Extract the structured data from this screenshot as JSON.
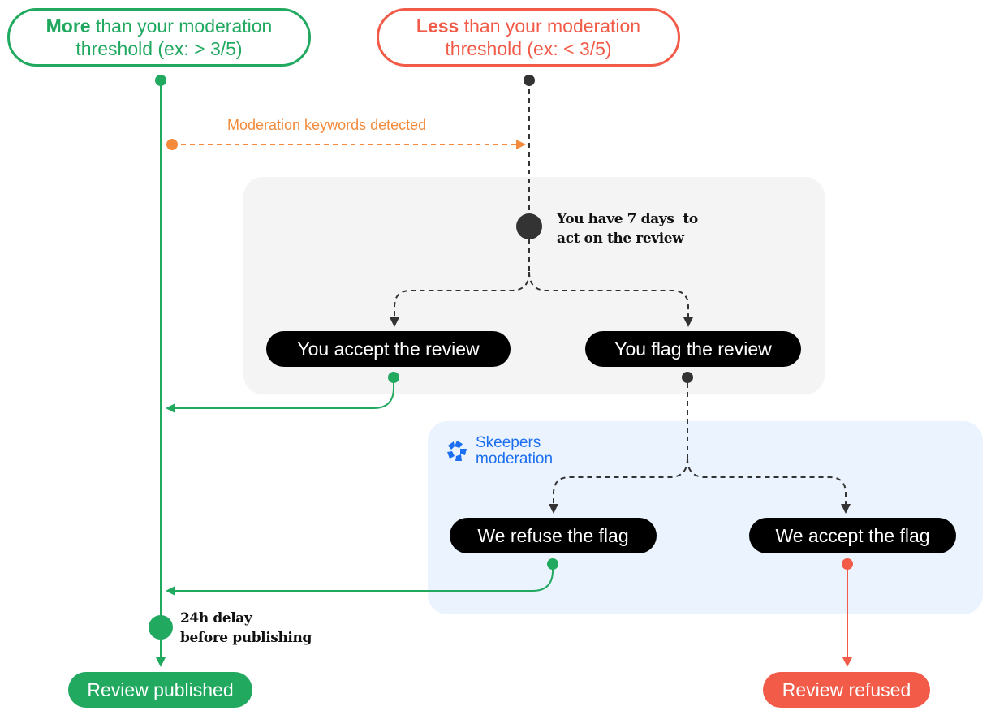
{
  "thresholds": {
    "more": {
      "bold": "More",
      "rest_line1": " than your moderation",
      "line2": "threshold (ex: > 3/5)"
    },
    "less": {
      "bold": "Less",
      "rest_line1": " than your moderation",
      "line2": "threshold (ex: < 3/5)"
    }
  },
  "keywords_label": "Moderation keywords detected",
  "days_note": {
    "line1": "You have 7 days  to",
    "line2": "act on the review"
  },
  "actions": {
    "accept_review": "You accept the review",
    "flag_review": "You flag the review",
    "refuse_flag": "We refuse the flag",
    "accept_flag": "We accept the flag"
  },
  "brand": {
    "line1": "Skeepers",
    "line2": "moderation"
  },
  "delay_note": {
    "line1": "24h delay",
    "line2": "before publishing"
  },
  "results": {
    "published": "Review published",
    "refused": "Review refused"
  },
  "colors": {
    "green": "#21a960",
    "red": "#f15b48",
    "orange": "#f38a3c",
    "dark": "#333333",
    "blue": "#1c6ff0",
    "gray_panel": "#f4f4f4",
    "blue_panel": "#ebf3fe"
  }
}
